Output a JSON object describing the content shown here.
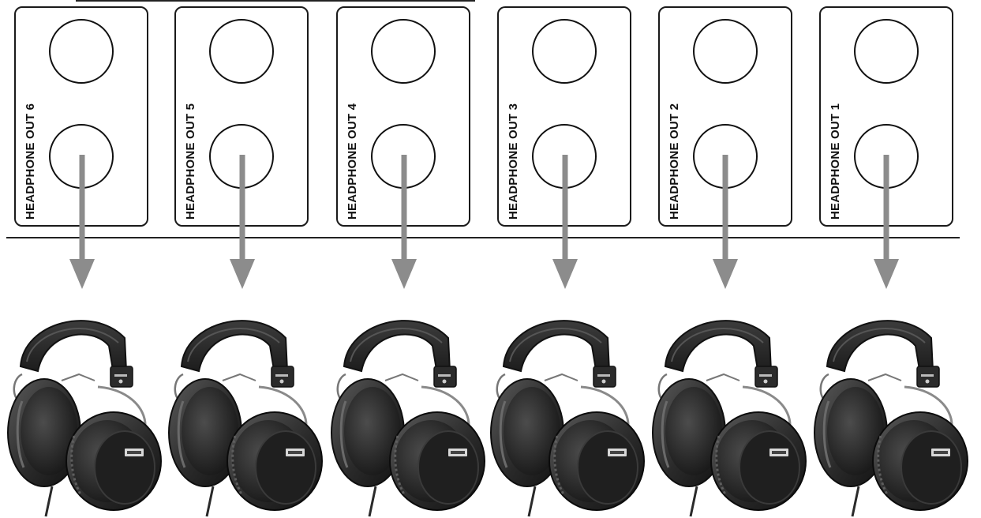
{
  "outputs": [
    {
      "label": "HEADPHONE OUT 6"
    },
    {
      "label": "HEADPHONE OUT 5"
    },
    {
      "label": "HEADPHONE OUT 4"
    },
    {
      "label": "HEADPHONE OUT 3"
    },
    {
      "label": "HEADPHONE OUT 2"
    },
    {
      "label": "HEADPHONE OUT 1"
    }
  ],
  "colors": {
    "arrow": "#8c8c8c",
    "outline": "#1a1a1a",
    "headphone_dark": "#2b2b2b",
    "headphone_mid": "#4a4a4a"
  }
}
